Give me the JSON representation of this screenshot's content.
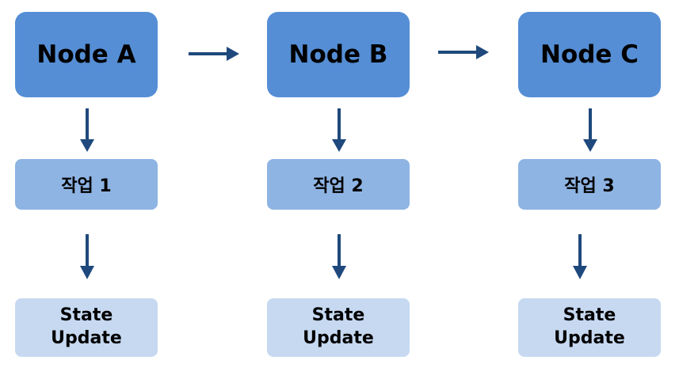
{
  "colors": {
    "node_fill": "#558ED5",
    "task_fill": "#8EB4E3",
    "update_fill": "#C6D9F1",
    "arrow": "#1F497D",
    "text": "#000000"
  },
  "nodes": [
    {
      "label": "Node A",
      "task": "작업 1",
      "update_line1": "State",
      "update_line2": "Update"
    },
    {
      "label": "Node B",
      "task": "작업 2",
      "update_line1": "State",
      "update_line2": "Update"
    },
    {
      "label": "Node C",
      "task": "작업 3",
      "update_line1": "State",
      "update_line2": "Update"
    }
  ],
  "arrows": [
    "right-arrow",
    "down-arrow"
  ]
}
